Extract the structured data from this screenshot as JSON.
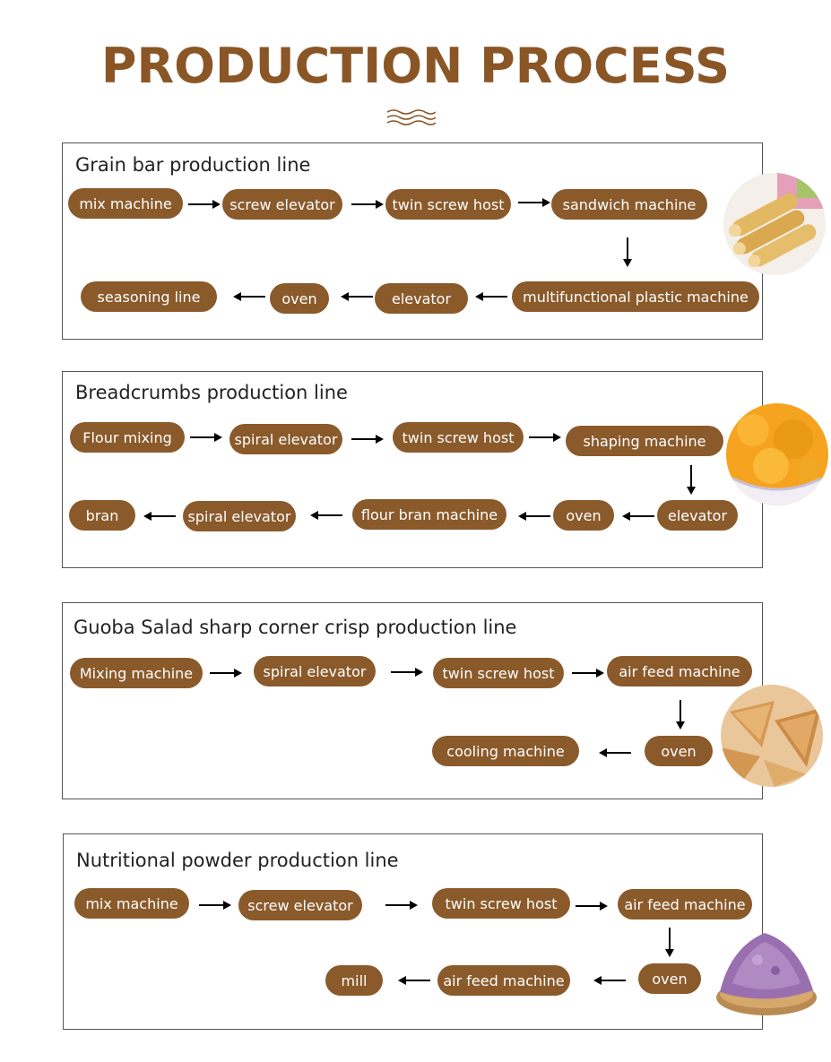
{
  "title": "PRODUCTION PROCESS",
  "colors": {
    "title": "#8a5626",
    "pill": "#8a5a2b",
    "pill_text": "#ffffff",
    "border": "#555555"
  },
  "lines": [
    {
      "name": "Grain bar production line",
      "steps": [
        "mix machine",
        "screw elevator",
        "twin screw host",
        "sandwich machine",
        "multifunctional plastic machine",
        "elevator",
        "oven",
        "seasoning line"
      ],
      "photo": "grain-bar-rolls"
    },
    {
      "name": "Breadcrumbs production line",
      "steps": [
        "Flour mixing",
        "spiral elevator",
        "twin screw host",
        "shaping machine",
        "elevator",
        "oven",
        "flour bran machine",
        "spiral elevator",
        "bran"
      ],
      "photo": "orange-breadcrumbs-bowl"
    },
    {
      "name": "Guoba Salad sharp corner crisp production line",
      "steps": [
        "Mixing machine",
        "spiral elevator",
        "twin screw host",
        "air feed machine",
        "oven",
        "cooling machine"
      ],
      "photo": "corner-crisp-cones"
    },
    {
      "name": "Nutritional powder production line",
      "steps": [
        "mix machine",
        "screw elevator",
        "twin screw host",
        "air feed machine",
        "oven",
        "air feed machine",
        "mill"
      ],
      "photo": "purple-powder-plate"
    }
  ]
}
